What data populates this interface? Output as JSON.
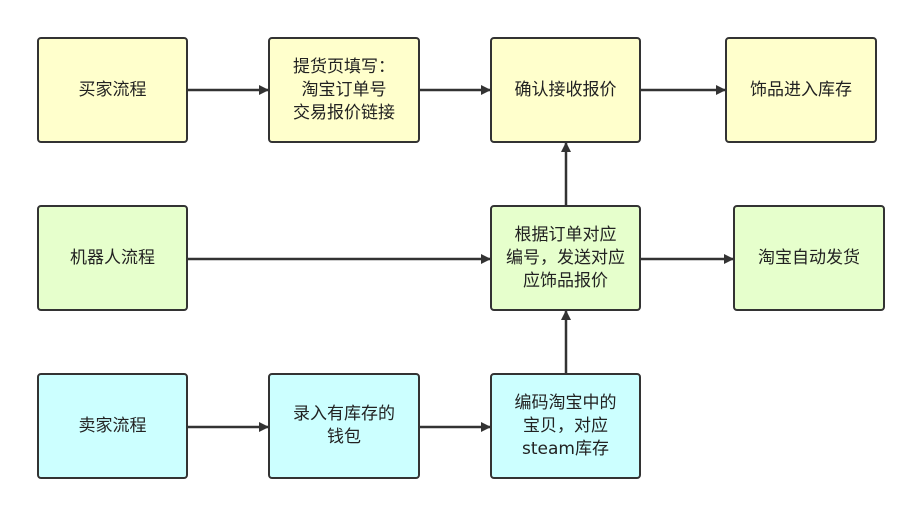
{
  "colors": {
    "buyer_fill": "#ffffcc",
    "robot_fill": "#e6ffcc",
    "seller_fill": "#ccffff",
    "stroke": "#333333"
  },
  "nodes": {
    "buyer_flow": "买家流程",
    "pickup_form": "提货页填写：\n淘宝订单号\n交易报价链接",
    "confirm_offer": "确认接收报价",
    "item_inventory": "饰品进入库存",
    "robot_flow": "机器人流程",
    "send_offer": "根据订单对应\n编号，发送对应\n应饰品报价",
    "auto_ship": "淘宝自动发货",
    "seller_flow": "卖家流程",
    "register_wallet": "录入有库存的\n钱包",
    "encode_items": "编码淘宝中的\n宝贝，对应\nsteam库存"
  }
}
